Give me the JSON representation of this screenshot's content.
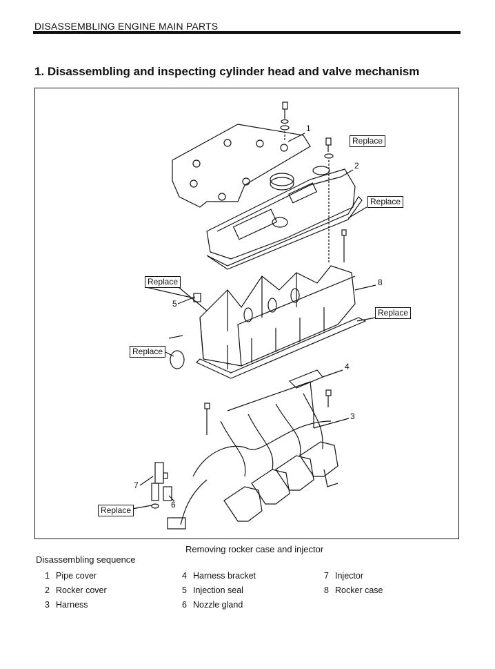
{
  "header": {
    "section": "DISASSEMBLING ENGINE MAIN PARTS"
  },
  "title": "1. Disassembling and inspecting cylinder head and valve mechanism",
  "figure": {
    "caption": "Removing rocker case and injector",
    "replace_labels": [
      "Replace",
      "Replace",
      "Replace",
      "Replace",
      "Replace",
      "Replace"
    ],
    "callouts": [
      "1",
      "2",
      "8",
      "5",
      "4",
      "3",
      "7",
      "6"
    ]
  },
  "sequence": {
    "heading": "Disassembling sequence",
    "items": [
      {
        "num": "1",
        "label": "Pipe cover"
      },
      {
        "num": "2",
        "label": "Rocker cover"
      },
      {
        "num": "3",
        "label": "Harness"
      },
      {
        "num": "4",
        "label": "Harness bracket"
      },
      {
        "num": "5",
        "label": "Injection seal"
      },
      {
        "num": "6",
        "label": "Nozzle gland"
      },
      {
        "num": "7",
        "label": "Injector"
      },
      {
        "num": "8",
        "label": "Rocker case"
      }
    ]
  }
}
